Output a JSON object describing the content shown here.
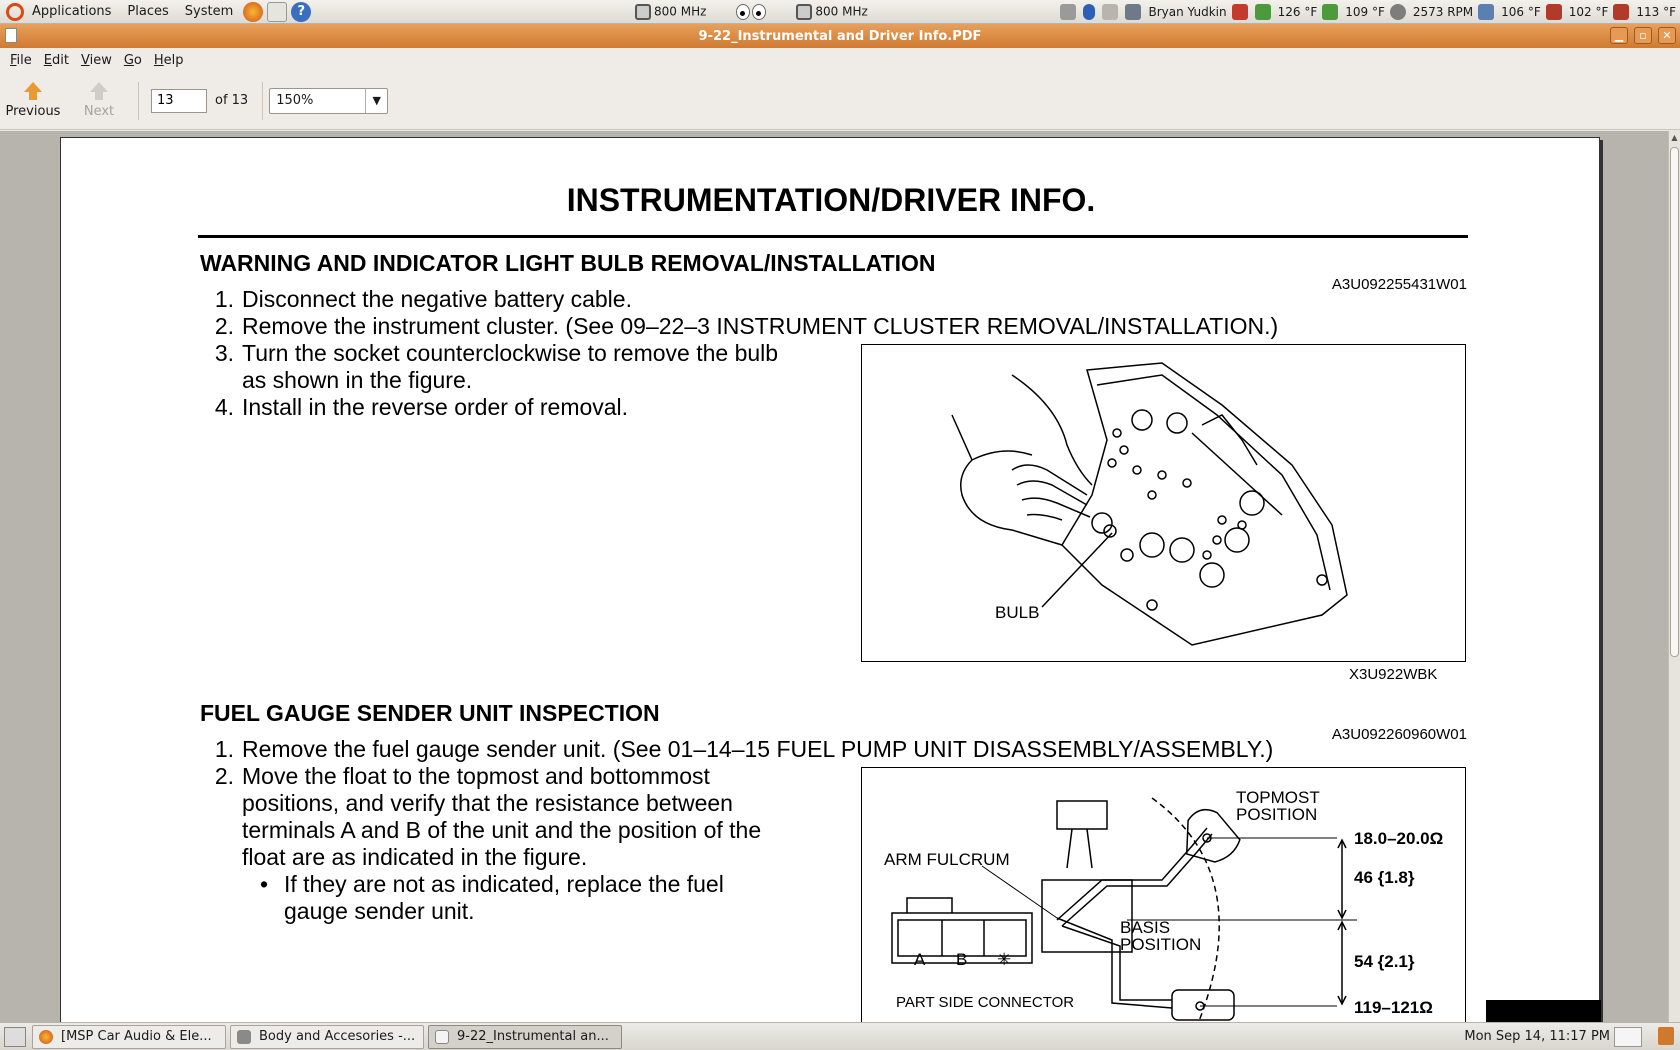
{
  "top_panel": {
    "menus": [
      "Applications",
      "Places",
      "System"
    ],
    "cpu1": "800 MHz",
    "cpu2": "800 MHz",
    "user": "Bryan Yudkin",
    "sensors": [
      "126 °F",
      "109 °F",
      "2573 RPM",
      "106 °F",
      "102 °F",
      "113 °F"
    ]
  },
  "window": {
    "title": "9-22_Instrumental and Driver Info.PDF",
    "minimize": "▁",
    "maximize": "▫",
    "close": "✕"
  },
  "menubar": [
    {
      "key": "F",
      "rest": "ile"
    },
    {
      "key": "E",
      "rest": "dit"
    },
    {
      "key": "V",
      "rest": "iew"
    },
    {
      "key": "G",
      "rest": "o"
    },
    {
      "key": "H",
      "rest": "elp"
    }
  ],
  "toolbar": {
    "previous_label": "Previous",
    "next_label": "Next",
    "page_value": "13",
    "page_of": "of 13",
    "zoom_value": "150%"
  },
  "document": {
    "title": "INSTRUMENTATION/DRIVER INFO.",
    "section1": {
      "heading": "WARNING AND INDICATOR LIGHT BULB REMOVAL/INSTALLATION",
      "code": "A3U092255431W01",
      "steps": [
        {
          "num": "1.",
          "text": "Disconnect the negative battery cable."
        },
        {
          "num": "2.",
          "text": "Remove the instrument cluster. (See 09–22–3 INSTRUMENT CLUSTER REMOVAL/INSTALLATION.)"
        },
        {
          "num": "3.",
          "text": "Turn the socket counterclockwise to remove the bulb as shown in the figure."
        },
        {
          "num": "4.",
          "text": "Install in the reverse order of removal."
        }
      ],
      "figure_label": "BULB",
      "figure_code": "X3U922WBK"
    },
    "section2": {
      "heading": "FUEL GAUGE SENDER UNIT INSPECTION",
      "code": "A3U092260960W01",
      "steps": [
        {
          "num": "1.",
          "text": "Remove the fuel gauge sender unit. (See 01–14–15 FUEL PUMP UNIT DISASSEMBLY/ASSEMBLY.)"
        },
        {
          "num": "2.",
          "text": "Move the float to the topmost and bottommost positions, and verify that the resistance between terminals A and B of the unit and the position of the float are as indicated in the figure."
        }
      ],
      "bullet": "If they are not as indicated, replace the fuel gauge sender unit.",
      "figure": {
        "topmost": "TOPMOST",
        "position": "POSITION",
        "arm_fulcrum": "ARM FULCRUM",
        "basis": "BASIS",
        "basis_position": "POSITION",
        "res_top": "18.0–20.0Ω",
        "dim1": "46 {1.8}",
        "dim2": "54 {2.1}",
        "res_bottom": "119–121Ω",
        "terminal_a": "A",
        "terminal_b": "B",
        "terminal_star": "✳",
        "connector_label": "PART SIDE CONNECTOR"
      }
    }
  },
  "taskbar": {
    "tasks": [
      "[MSP Car Audio & Ele...",
      "Body and Accesories -...",
      "9-22_Instrumental an..."
    ],
    "clock": "Mon Sep 14, 11:17 PM"
  }
}
